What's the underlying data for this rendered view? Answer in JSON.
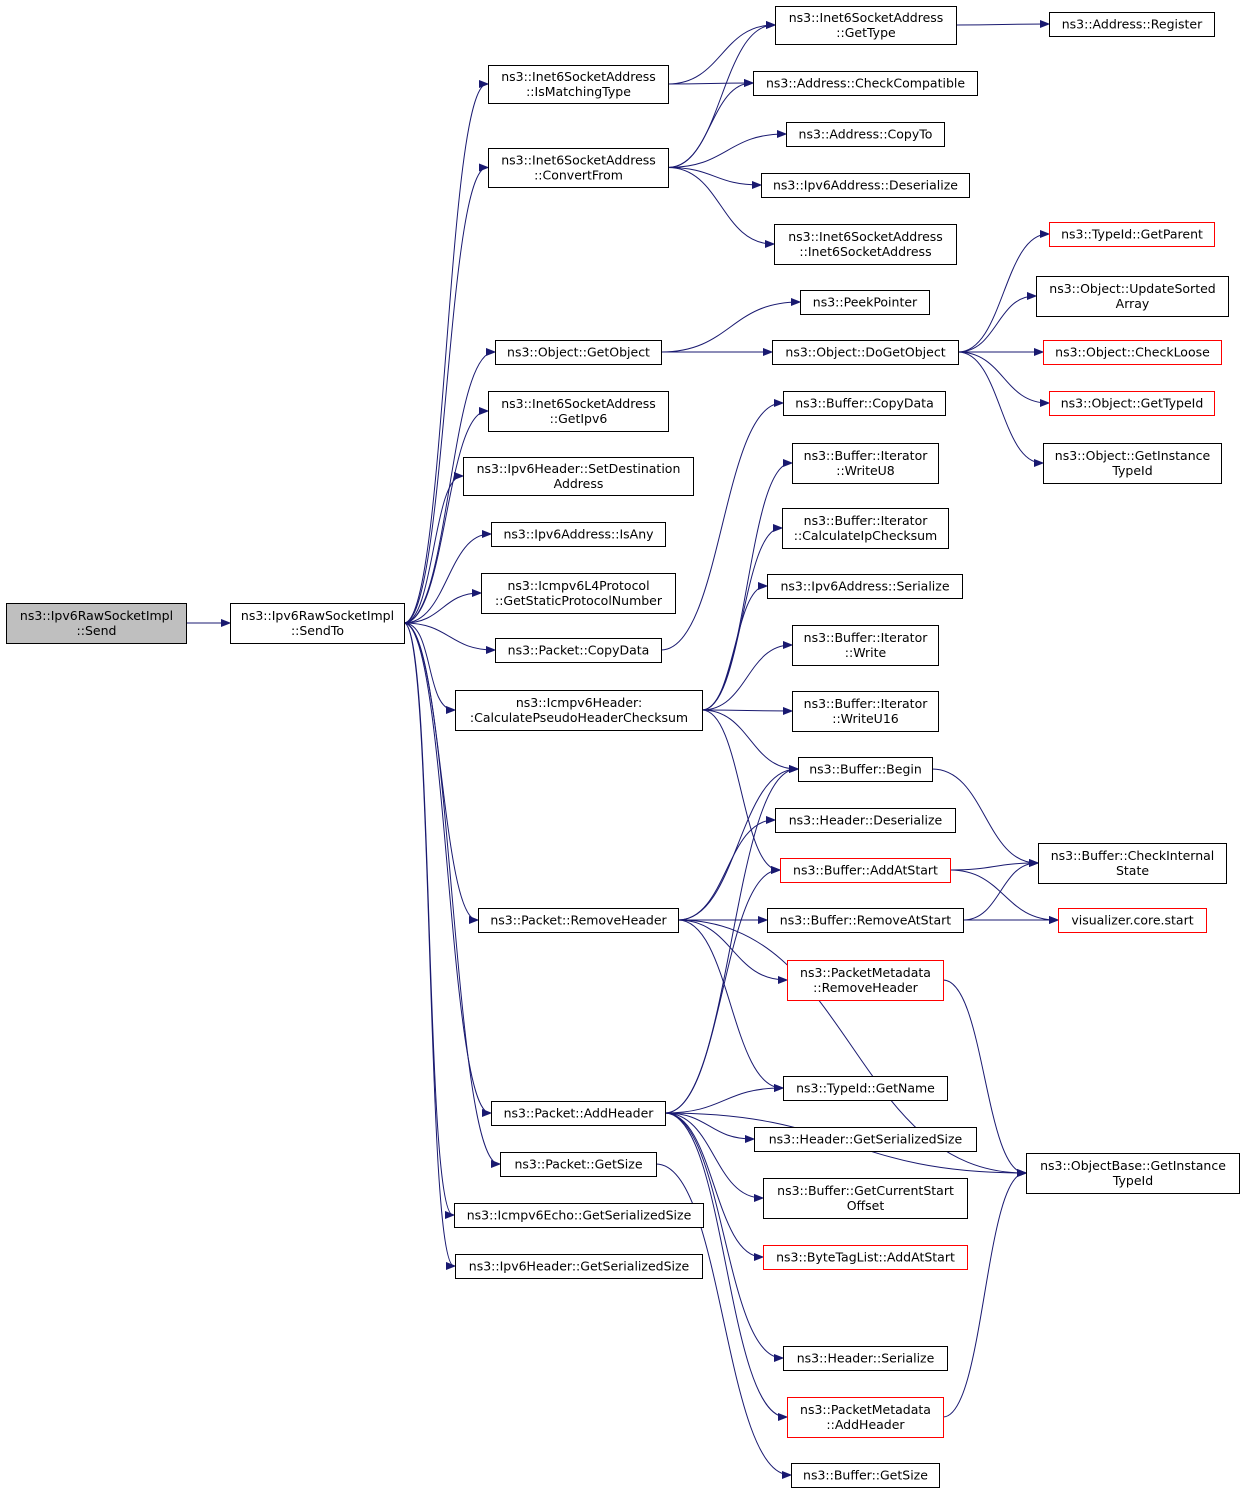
{
  "colors": {
    "edge": "#191970",
    "normal_border": "#000000",
    "truncated_border": "#ff0000",
    "root_fill": "#bfbfbf",
    "node_fill": "#ffffff"
  },
  "nodes": {
    "send": {
      "lines": [
        "ns3::Ipv6RawSocketImpl",
        "::Send"
      ],
      "style": "root"
    },
    "sendto": {
      "lines": [
        "ns3::Ipv6RawSocketImpl",
        "::SendTo"
      ],
      "style": "normal"
    },
    "ismatch": {
      "lines": [
        "ns3::Inet6SocketAddress",
        "::IsMatchingType"
      ],
      "style": "normal"
    },
    "convfrom": {
      "lines": [
        "ns3::Inet6SocketAddress",
        "::ConvertFrom"
      ],
      "style": "normal"
    },
    "getobject": {
      "lines": [
        "ns3::Object::GetObject"
      ],
      "style": "normal"
    },
    "getipv6": {
      "lines": [
        "ns3::Inet6SocketAddress",
        "::GetIpv6"
      ],
      "style": "normal"
    },
    "setdest": {
      "lines": [
        "ns3::Ipv6Header::SetDestination",
        "Address"
      ],
      "style": "normal"
    },
    "isany": {
      "lines": [
        "ns3::Ipv6Address::IsAny"
      ],
      "style": "normal"
    },
    "getstaticproto": {
      "lines": [
        "ns3::Icmpv6L4Protocol",
        "::GetStaticProtocolNumber"
      ],
      "style": "normal"
    },
    "pktcopydata": {
      "lines": [
        "ns3::Packet::CopyData"
      ],
      "style": "normal"
    },
    "calcpseudo": {
      "lines": [
        "ns3::Icmpv6Header:",
        ":CalculatePseudoHeaderChecksum"
      ],
      "style": "normal"
    },
    "removeheader": {
      "lines": [
        "ns3::Packet::RemoveHeader"
      ],
      "style": "normal"
    },
    "addheader": {
      "lines": [
        "ns3::Packet::AddHeader"
      ],
      "style": "normal"
    },
    "pktgetsize": {
      "lines": [
        "ns3::Packet::GetSize"
      ],
      "style": "normal"
    },
    "echosersize": {
      "lines": [
        "ns3::Icmpv6Echo::GetSerializedSize"
      ],
      "style": "normal"
    },
    "ipv6sersize": {
      "lines": [
        "ns3::Ipv6Header::GetSerializedSize"
      ],
      "style": "normal"
    },
    "gettype": {
      "lines": [
        "ns3::Inet6SocketAddress",
        "::GetType"
      ],
      "style": "normal"
    },
    "checkcompat": {
      "lines": [
        "ns3::Address::CheckCompatible"
      ],
      "style": "normal"
    },
    "addrcopyto": {
      "lines": [
        "ns3::Address::CopyTo"
      ],
      "style": "normal"
    },
    "ipv6deser": {
      "lines": [
        "ns3::Ipv6Address::Deserialize"
      ],
      "style": "normal"
    },
    "inet6ctor": {
      "lines": [
        "ns3::Inet6SocketAddress",
        "::Inet6SocketAddress"
      ],
      "style": "normal"
    },
    "peekptr": {
      "lines": [
        "ns3::PeekPointer"
      ],
      "style": "normal"
    },
    "dogetobject": {
      "lines": [
        "ns3::Object::DoGetObject"
      ],
      "style": "normal"
    },
    "bufcopydata": {
      "lines": [
        "ns3::Buffer::CopyData"
      ],
      "style": "normal"
    },
    "writeu8": {
      "lines": [
        "ns3::Buffer::Iterator",
        "::WriteU8"
      ],
      "style": "normal"
    },
    "calcipchk": {
      "lines": [
        "ns3::Buffer::Iterator",
        "::CalculateIpChecksum"
      ],
      "style": "normal"
    },
    "ipv6ser": {
      "lines": [
        "ns3::Ipv6Address::Serialize"
      ],
      "style": "normal"
    },
    "itwrite": {
      "lines": [
        "ns3::Buffer::Iterator",
        "::Write"
      ],
      "style": "normal"
    },
    "writeu16": {
      "lines": [
        "ns3::Buffer::Iterator",
        "::WriteU16"
      ],
      "style": "normal"
    },
    "bufbegin": {
      "lines": [
        "ns3::Buffer::Begin"
      ],
      "style": "normal"
    },
    "hdrdeser": {
      "lines": [
        "ns3::Header::Deserialize"
      ],
      "style": "normal"
    },
    "bufaddstart": {
      "lines": [
        "ns3::Buffer::AddAtStart"
      ],
      "style": "truncated"
    },
    "bufremstart": {
      "lines": [
        "ns3::Buffer::RemoveAtStart"
      ],
      "style": "normal"
    },
    "pmremhdr": {
      "lines": [
        "ns3::PacketMetadata",
        "::RemoveHeader"
      ],
      "style": "truncated"
    },
    "tidgetname": {
      "lines": [
        "ns3::TypeId::GetName"
      ],
      "style": "normal"
    },
    "hdrsersize": {
      "lines": [
        "ns3::Header::GetSerializedSize"
      ],
      "style": "normal"
    },
    "bufcuroffset": {
      "lines": [
        "ns3::Buffer::GetCurrentStart",
        "Offset"
      ],
      "style": "normal"
    },
    "btladdstart": {
      "lines": [
        "ns3::ByteTagList::AddAtStart"
      ],
      "style": "truncated"
    },
    "hdrser": {
      "lines": [
        "ns3::Header::Serialize"
      ],
      "style": "normal"
    },
    "pmaddhdr": {
      "lines": [
        "ns3::PacketMetadata",
        "::AddHeader"
      ],
      "style": "truncated"
    },
    "bufgetsize": {
      "lines": [
        "ns3::Buffer::GetSize"
      ],
      "style": "normal"
    },
    "addrreg": {
      "lines": [
        "ns3::Address::Register"
      ],
      "style": "normal"
    },
    "tidgetparent": {
      "lines": [
        "ns3::TypeId::GetParent"
      ],
      "style": "truncated"
    },
    "updsorted": {
      "lines": [
        "ns3::Object::UpdateSorted",
        "Array"
      ],
      "style": "normal"
    },
    "checkloose": {
      "lines": [
        "ns3::Object::CheckLoose"
      ],
      "style": "truncated"
    },
    "objgettypeid": {
      "lines": [
        "ns3::Object::GetTypeId"
      ],
      "style": "truncated"
    },
    "getinsttid": {
      "lines": [
        "ns3::Object::GetInstance",
        "TypeId"
      ],
      "style": "normal"
    },
    "checkinternal": {
      "lines": [
        "ns3::Buffer::CheckInternal",
        "State"
      ],
      "style": "normal"
    },
    "vizstart": {
      "lines": [
        "visualizer.core.start"
      ],
      "style": "truncated"
    },
    "objbaseinst": {
      "lines": [
        "ns3::ObjectBase::GetInstance",
        "TypeId"
      ],
      "style": "normal"
    }
  },
  "edges": [
    [
      "send",
      "sendto"
    ],
    [
      "sendto",
      "ismatch"
    ],
    [
      "sendto",
      "convfrom"
    ],
    [
      "sendto",
      "getobject"
    ],
    [
      "sendto",
      "getipv6"
    ],
    [
      "sendto",
      "setdest"
    ],
    [
      "sendto",
      "isany"
    ],
    [
      "sendto",
      "getstaticproto"
    ],
    [
      "sendto",
      "pktcopydata"
    ],
    [
      "sendto",
      "calcpseudo"
    ],
    [
      "sendto",
      "removeheader"
    ],
    [
      "sendto",
      "addheader"
    ],
    [
      "sendto",
      "pktgetsize"
    ],
    [
      "sendto",
      "echosersize"
    ],
    [
      "sendto",
      "ipv6sersize"
    ],
    [
      "ismatch",
      "gettype"
    ],
    [
      "ismatch",
      "checkcompat"
    ],
    [
      "convfrom",
      "gettype"
    ],
    [
      "convfrom",
      "checkcompat"
    ],
    [
      "convfrom",
      "addrcopyto"
    ],
    [
      "convfrom",
      "ipv6deser"
    ],
    [
      "convfrom",
      "inet6ctor"
    ],
    [
      "gettype",
      "addrreg"
    ],
    [
      "getobject",
      "peekptr"
    ],
    [
      "getobject",
      "dogetobject"
    ],
    [
      "dogetobject",
      "tidgetparent"
    ],
    [
      "dogetobject",
      "updsorted"
    ],
    [
      "dogetobject",
      "checkloose"
    ],
    [
      "dogetobject",
      "objgettypeid"
    ],
    [
      "dogetobject",
      "getinsttid"
    ],
    [
      "pktcopydata",
      "bufcopydata"
    ],
    [
      "calcpseudo",
      "writeu8"
    ],
    [
      "calcpseudo",
      "calcipchk"
    ],
    [
      "calcpseudo",
      "ipv6ser"
    ],
    [
      "calcpseudo",
      "itwrite"
    ],
    [
      "calcpseudo",
      "writeu16"
    ],
    [
      "calcpseudo",
      "bufbegin"
    ],
    [
      "calcpseudo",
      "bufaddstart"
    ],
    [
      "removeheader",
      "bufbegin"
    ],
    [
      "removeheader",
      "hdrdeser"
    ],
    [
      "removeheader",
      "bufremstart"
    ],
    [
      "removeheader",
      "pmremhdr"
    ],
    [
      "removeheader",
      "tidgetname"
    ],
    [
      "removeheader",
      "objbaseinst"
    ],
    [
      "addheader",
      "bufbegin"
    ],
    [
      "addheader",
      "bufaddstart"
    ],
    [
      "addheader",
      "tidgetname"
    ],
    [
      "addheader",
      "hdrsersize"
    ],
    [
      "addheader",
      "bufcuroffset"
    ],
    [
      "addheader",
      "btladdstart"
    ],
    [
      "addheader",
      "objbaseinst"
    ],
    [
      "addheader",
      "hdrser"
    ],
    [
      "addheader",
      "pmaddhdr"
    ],
    [
      "pktgetsize",
      "bufgetsize"
    ],
    [
      "bufbegin",
      "checkinternal"
    ],
    [
      "bufaddstart",
      "checkinternal"
    ],
    [
      "bufaddstart",
      "vizstart"
    ],
    [
      "bufremstart",
      "checkinternal"
    ],
    [
      "bufremstart",
      "vizstart"
    ],
    [
      "pmremhdr",
      "objbaseinst"
    ],
    [
      "pmaddhdr",
      "objbaseinst"
    ]
  ]
}
